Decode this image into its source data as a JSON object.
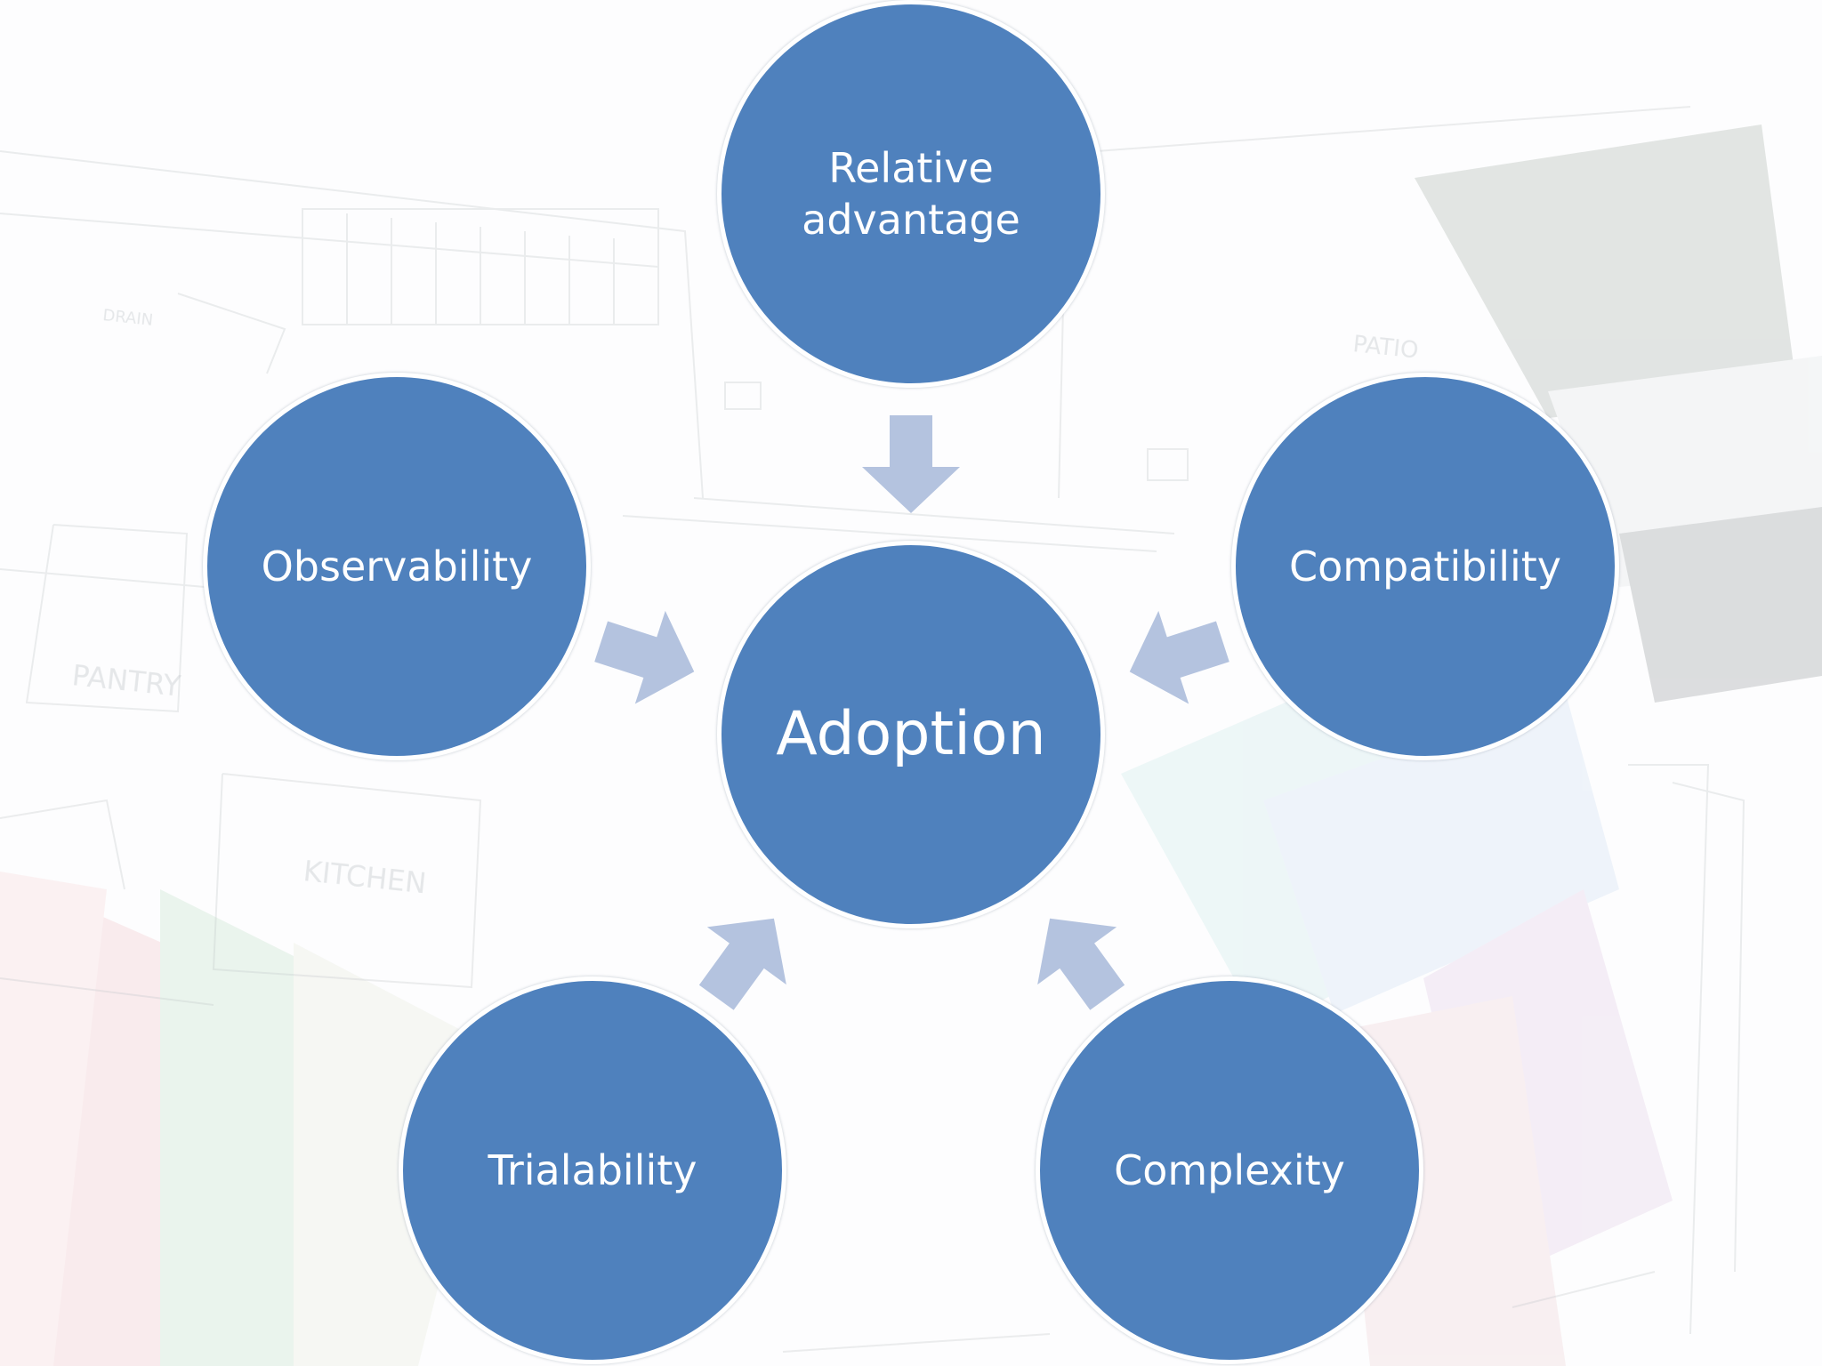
{
  "diagram": {
    "center": {
      "label": "Adoption"
    },
    "nodes": [
      {
        "id": "relative-advantage",
        "label": "Relative\nadvantage"
      },
      {
        "id": "compatibility",
        "label": "Compatibility"
      },
      {
        "id": "complexity",
        "label": "Complexity"
      },
      {
        "id": "trialability",
        "label": "Trialability"
      },
      {
        "id": "observability",
        "label": "Observability"
      }
    ]
  },
  "background": {
    "plan_labels": [
      "PANTRY",
      "KITCHEN",
      "PATIO",
      "DRAIN"
    ]
  },
  "colors": {
    "node_fill": "#4f81bd",
    "node_border": "#ffffff",
    "arrow_fill": "#b4c3df",
    "node_text": "#ffffff"
  }
}
